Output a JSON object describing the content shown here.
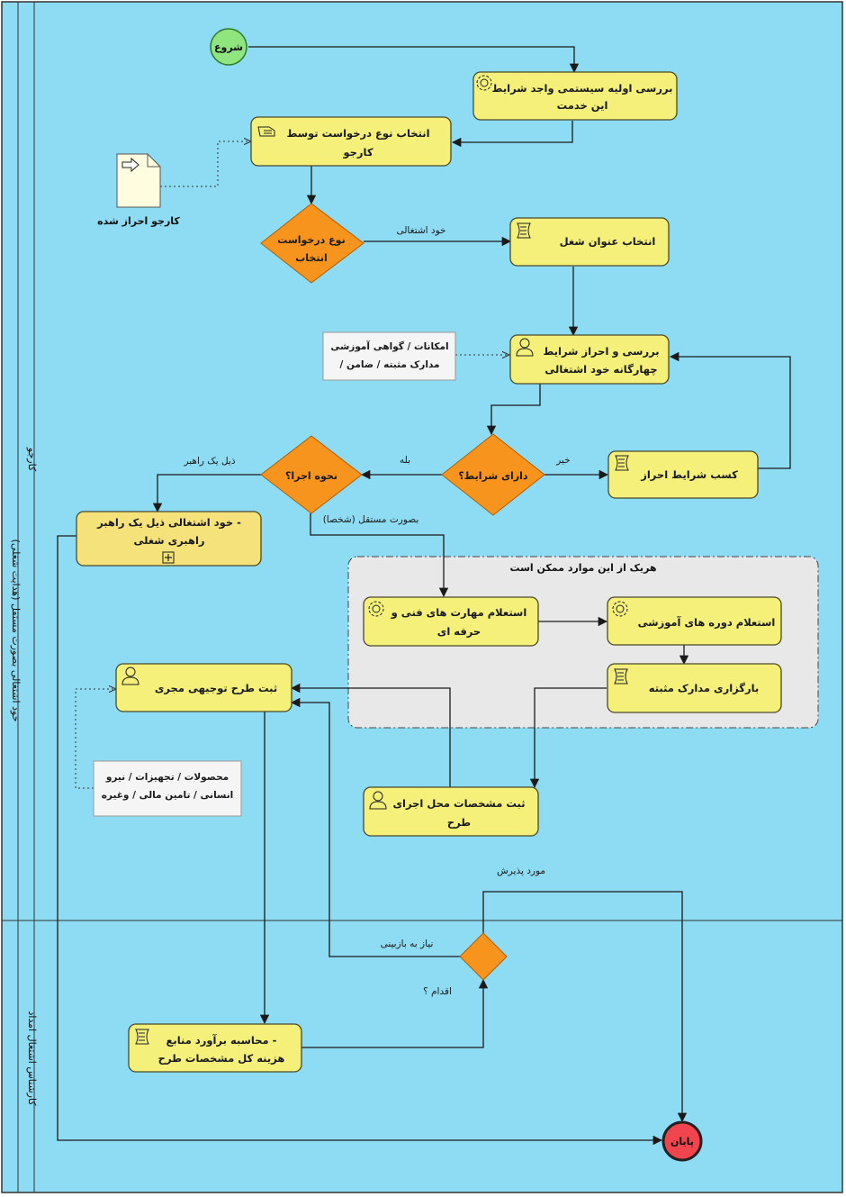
{
  "lanes": {
    "pool": "خود اشتغالی بصورت مستقل (هدایت شغلی)",
    "lane1": "کارجو",
    "lane2": "کارشناس اشتغال امداد"
  },
  "events": {
    "start": "شروع",
    "end": "پایان"
  },
  "tasks": {
    "t_check_system": [
      "بررسی اولیه سیستمی واجد شرایط",
      "این خدمت"
    ],
    "t_select_request": [
      "انتخاب نوع درخواست توسط",
      "کارجو"
    ],
    "t_job_title": [
      "انتخاب عنوان شغل"
    ],
    "t_verify": [
      "بررسی و احراز شرایط",
      "چهارگانه خود اشتغالی"
    ],
    "t_obtain": [
      "کسب شرایط احراز"
    ],
    "t_mentor": [
      "خود اشتغالی ذیل یک راهبر -",
      "راهبری شغلی"
    ],
    "t_skill": [
      "استعلام مهارت های فنی و",
      "حرفه ای"
    ],
    "t_course": [
      "استعلام دوره های آموزشی"
    ],
    "t_upload": [
      "بارگزاری مدارک مثبته"
    ],
    "t_plan": [
      "ثبت طرح توجیهی  مجری"
    ],
    "t_location": [
      "ثبت مشخصات محل اجرای",
      "طرح"
    ],
    "t_estimate": [
      "محاسبه برآورد منابع -",
      "هزینه کل مشخصات طرح"
    ]
  },
  "gateways": {
    "g_request": [
      "نوع درخواست",
      "انتخاب"
    ],
    "g_conditions": [
      "دارای شرایط؟"
    ],
    "g_method": [
      "نحوه اجرا؟"
    ]
  },
  "data_object": "کارجو احراز شده",
  "notes": {
    "n_assets": [
      "امکانات / گواهی آموزشی",
      "/ مدارک مثبته  /  ضامن"
    ],
    "n_products": [
      "محصولات / تجهیزات / نیرو",
      "انسانی / تامین مالی / وغیره"
    ]
  },
  "group_label": "هریک  از این موارد ممکن است",
  "flow_labels": {
    "self_employed": "خود اشتغالی",
    "yes": "بله",
    "no": "خیر",
    "under_mentor": "ذیل یک راهبر",
    "independent": "بصورت مستقل (شخصا)",
    "accepted": "مورد پذیرش",
    "needs_review": "نیاز به بازبینی",
    "action": "اقدام ؟"
  },
  "colors": {
    "lane_bg": "#8edcf4",
    "task_fill": "#f4f07a",
    "gateway_fill": "#f7941d",
    "start_fill": "#8fe67e",
    "end_fill": "#f0454f"
  }
}
